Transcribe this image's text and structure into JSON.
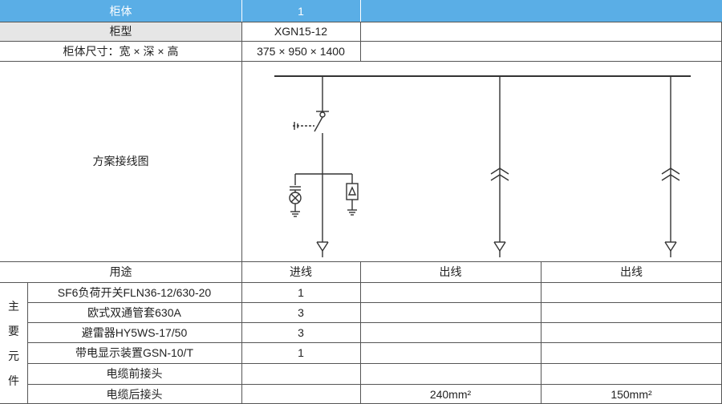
{
  "header": {
    "label": "柜体",
    "value": "1"
  },
  "cabinet_type": {
    "label": "柜型",
    "value": "XGN15-12"
  },
  "cabinet_size": {
    "label": "柜体尺寸：宽 × 深 × 高",
    "value": "375 × 950 × 1400"
  },
  "scheme": {
    "label": "方案接线图"
  },
  "usage": {
    "label": "用途",
    "col1": "进线",
    "col2": "出线",
    "col3": "出线"
  },
  "components": {
    "group_label": [
      "主",
      "要",
      "元",
      "件"
    ],
    "rows": [
      {
        "name": "SF6负荷开关FLN36-12/630-20",
        "c1": "1",
        "c2": "",
        "c3": ""
      },
      {
        "name": "欧式双通管套630A",
        "c1": "3",
        "c2": "",
        "c3": ""
      },
      {
        "name": "避雷器HY5WS-17/50",
        "c1": "3",
        "c2": "",
        "c3": ""
      },
      {
        "name": "带电显示装置GSN-10/T",
        "c1": "1",
        "c2": "",
        "c3": ""
      },
      {
        "name": "电缆前接头",
        "c1": "",
        "c2": "",
        "c3": ""
      },
      {
        "name": "电缆后接头",
        "c1": "",
        "c2": "240mm²",
        "c3": "150mm²"
      }
    ]
  },
  "colors": {
    "header_bg": "#5aaee6",
    "row_gray": "#e6e6e6",
    "grid": "#555555"
  }
}
